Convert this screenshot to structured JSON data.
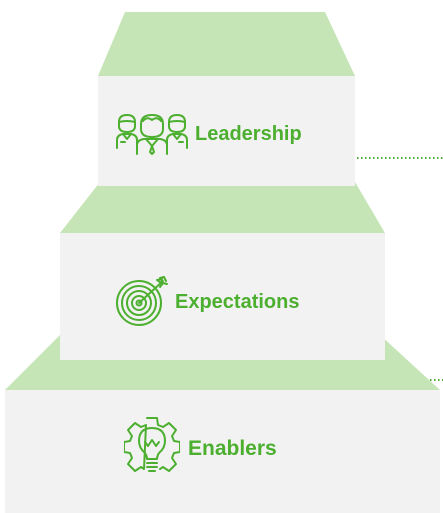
{
  "colors": {
    "accent": "#4caf2f",
    "trapezoid": "#c5e5b6",
    "block": "#f2f2f2"
  },
  "tiers": [
    {
      "label": "Leadership",
      "icon": "team-leader-icon"
    },
    {
      "label": "Expectations",
      "icon": "target-dart-icon"
    },
    {
      "label": "Enablers",
      "icon": "gear-lightbulb-icon"
    }
  ]
}
